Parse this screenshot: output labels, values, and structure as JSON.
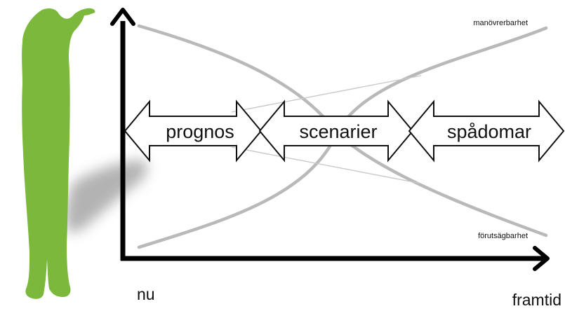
{
  "colors": {
    "figure": "#7bb83b",
    "shadow": "#9a9a9a",
    "curves": "#b9b9b9",
    "axes": "#000000"
  },
  "icons": {
    "person": "person-silhouette-icon"
  },
  "arrows": [
    {
      "label": "prognos"
    },
    {
      "label": "scenarier"
    },
    {
      "label": "spådomar"
    }
  ],
  "curves": {
    "upper_label": "manövrerbarhet",
    "lower_label": "förutsägbarhet"
  },
  "axis": {
    "start_label": "nu",
    "end_label": "framtid"
  }
}
